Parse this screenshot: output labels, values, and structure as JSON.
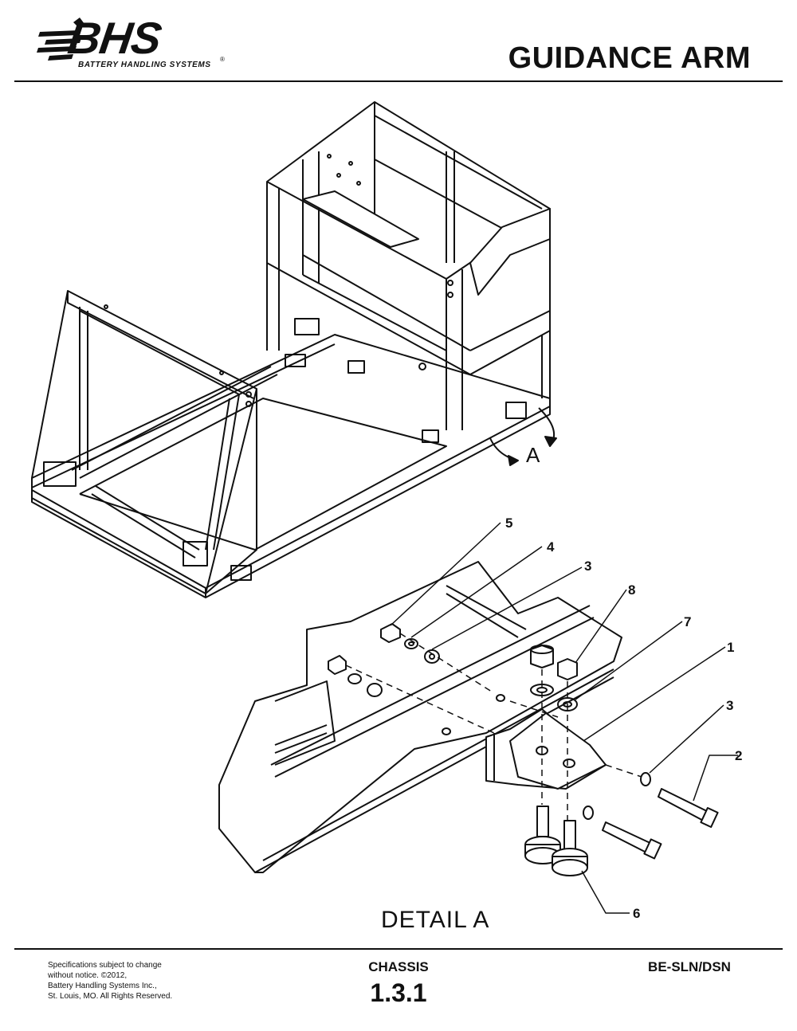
{
  "header": {
    "logo_text": "BHS",
    "logo_sub": "BATTERY HANDLING SYSTEMS",
    "logo_reg": "®",
    "title": "GUIDANCE ARM"
  },
  "drawing": {
    "view_marker": "A",
    "detail_label": "DETAIL  A",
    "callouts": [
      "5",
      "4",
      "3",
      "8",
      "7",
      "1",
      "3",
      "2",
      "6"
    ]
  },
  "footer": {
    "note_lines": [
      "Specifications subject to change",
      "without notice. ©2012,",
      "Battery Handling Systems Inc.,",
      "St. Louis, MO. All Rights Reserved."
    ],
    "section": "CHASSIS",
    "page": "1.3.1",
    "model": "BE-SLN/DSN"
  }
}
